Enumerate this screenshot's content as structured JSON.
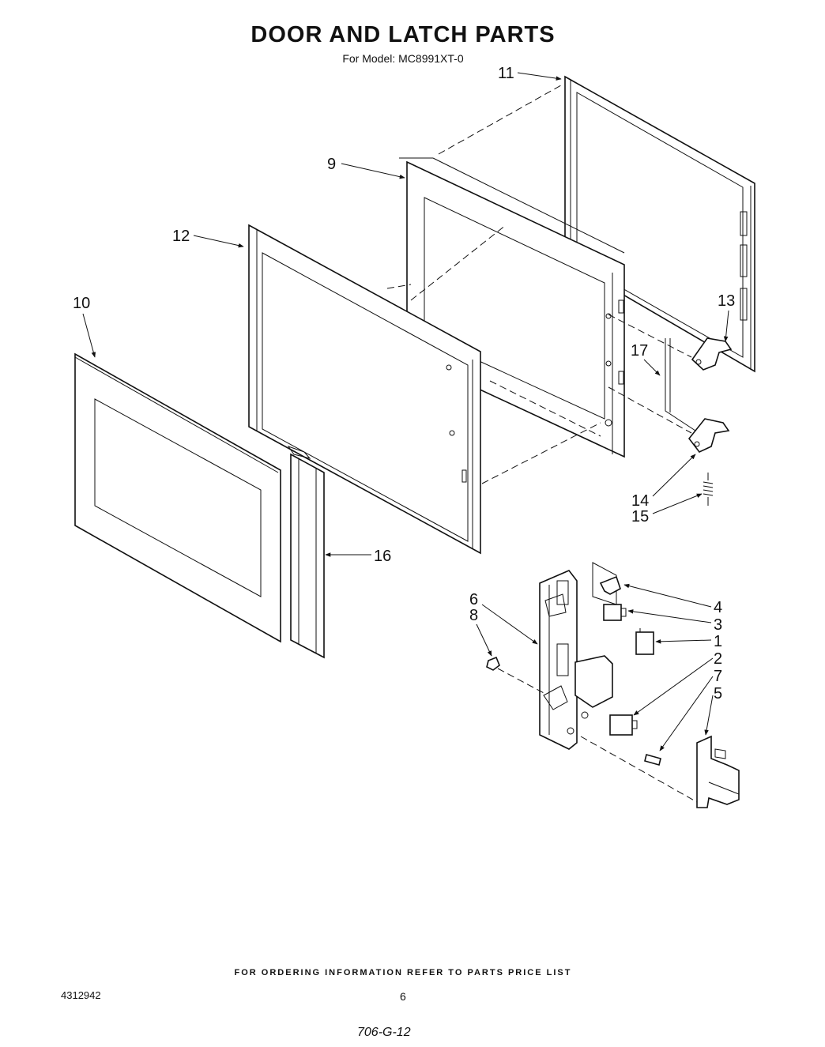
{
  "header": {
    "title": "DOOR AND LATCH PARTS",
    "subtitle": "For Model: MC8991XT-0"
  },
  "callouts": {
    "c1": "1",
    "c2": "2",
    "c3": "3",
    "c4": "4",
    "c5": "5",
    "c6": "6",
    "c7": "7",
    "c8": "8",
    "c9": "9",
    "c10": "10",
    "c11": "11",
    "c12": "12",
    "c13": "13",
    "c14": "14",
    "c15": "15",
    "c16": "16",
    "c17": "17"
  },
  "footer": {
    "ordering_note": "FOR ORDERING INFORMATION REFER TO PARTS PRICE LIST",
    "document_number": "4312942",
    "page_number": "6",
    "handwritten_note": "706-G-12"
  }
}
